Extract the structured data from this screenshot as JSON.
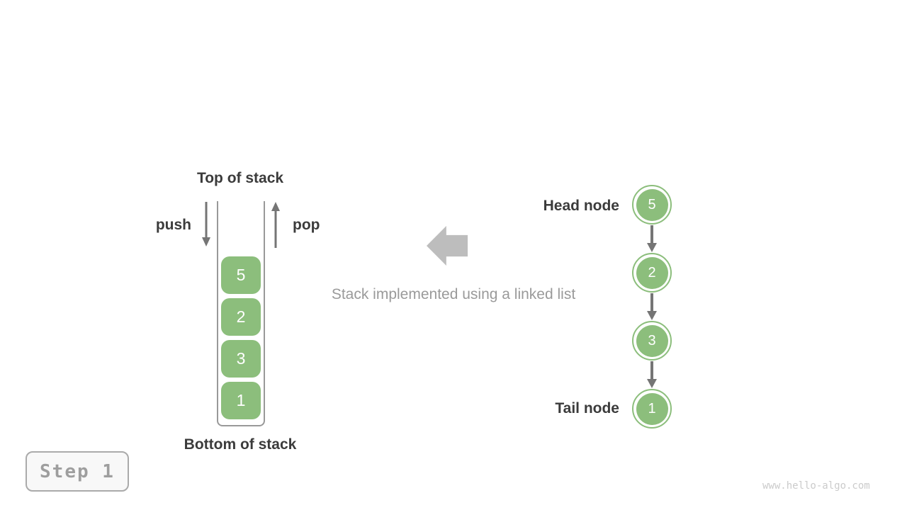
{
  "colors": {
    "node_green": "#8CBE7C",
    "arrow_gray": "#757575",
    "big_arrow_gray": "#BDBDBD",
    "label_dark": "#3B3B3B",
    "caption_gray": "#9A9A9A",
    "container_border_gray": "#999999",
    "step_gray": "#9E9E9E",
    "watermark_gray": "#CBCBCB"
  },
  "stack": {
    "top_label": "Top of stack",
    "bottom_label": "Bottom of stack",
    "push_label": "push",
    "pop_label": "pop",
    "items": [
      "5",
      "2",
      "3",
      "1"
    ]
  },
  "caption": "Stack implemented using a linked list",
  "linked_list": {
    "head_label": "Head node",
    "tail_label": "Tail node",
    "nodes": [
      "5",
      "2",
      "3",
      "1"
    ]
  },
  "step_badge": "Step 1",
  "watermark": "www.hello-algo.com"
}
